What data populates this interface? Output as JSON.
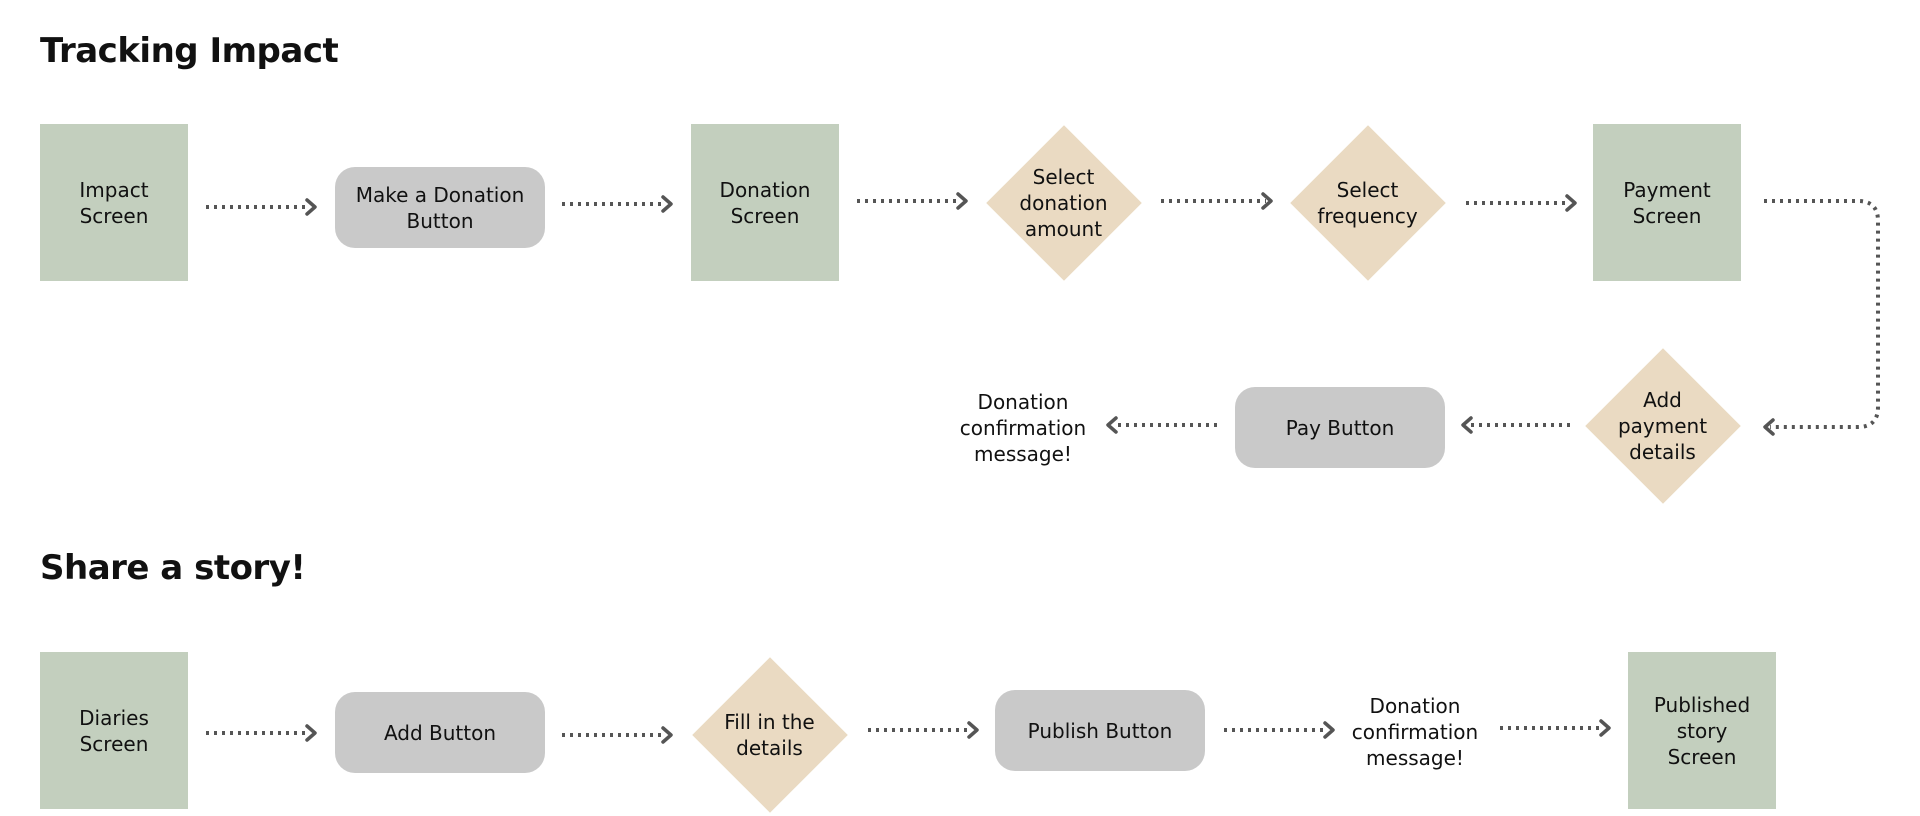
{
  "colors": {
    "screen": "#c3cfbe",
    "button": "#c9c9c9",
    "decision": "#eadac2",
    "arrow": "#555555",
    "text": "#111111"
  },
  "sections": {
    "tracking": {
      "title": "Tracking Impact",
      "impact_screen": "Impact Screen",
      "make_donation_button": "Make a Donation Button",
      "donation_screen": "Donation Screen",
      "select_donation_amount": "Select donation amount",
      "select_frequency": "Select frequency",
      "payment_screen": "Payment Screen",
      "add_payment_details": "Add payment details",
      "pay_button": "Pay Button",
      "confirmation_message": "Donation confirmation message!"
    },
    "share": {
      "title": "Share a story!",
      "diaries_screen": "Diaries Screen",
      "add_button": "Add Button",
      "fill_details": "Fill in the details",
      "publish_button": "Publish Button",
      "confirmation_message": "Donation confirmation message!",
      "published_story_screen": "Published story Screen"
    }
  }
}
